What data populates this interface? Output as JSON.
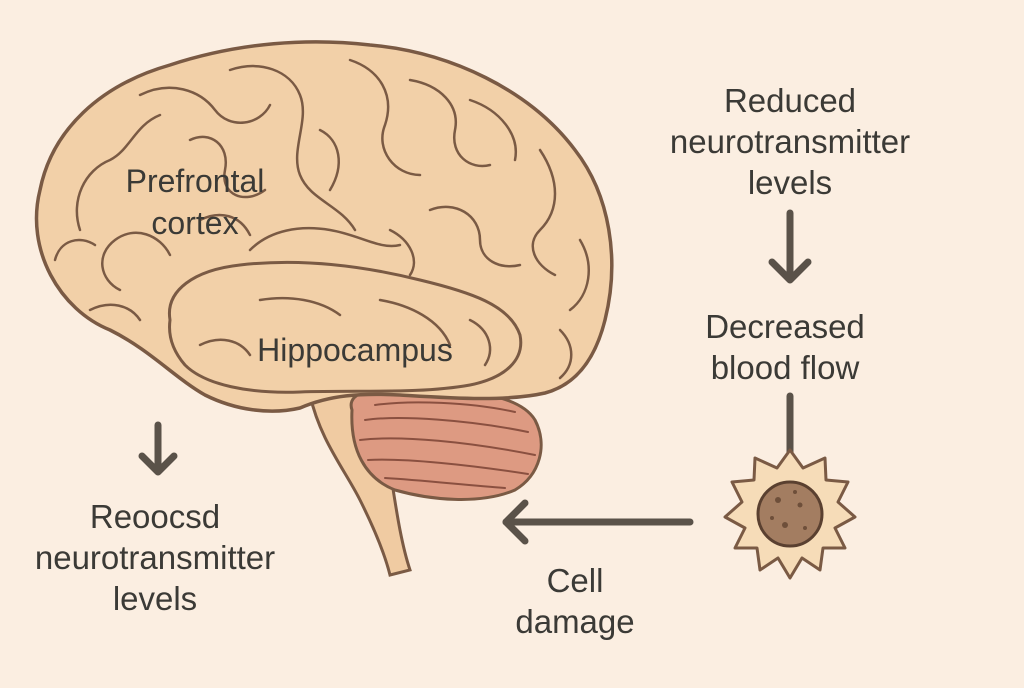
{
  "diagram": {
    "labels": {
      "prefrontal_cortex": [
        "Prefrontal",
        "cortex"
      ],
      "hippocampus": "Hippocampus",
      "reduced_levels": [
        "Reduced",
        "neurotransmitter",
        "levels"
      ],
      "decreased_blood_flow": [
        "Decreased",
        "blood flow"
      ],
      "cell_damage": [
        "Cell",
        "damage"
      ],
      "result_levels": [
        "Reoocsd",
        "neurotransmitter",
        "levels"
      ]
    },
    "colors": {
      "background": "#fbeee1",
      "brain_fill": "#f2d0a8",
      "brain_outline": "#7a5a44",
      "cerebellum_fill": "#dd9a82",
      "arrow": "#5a5249",
      "cell_fill": "#f6dcb8",
      "nucleus_fill": "#a37d61"
    }
  }
}
